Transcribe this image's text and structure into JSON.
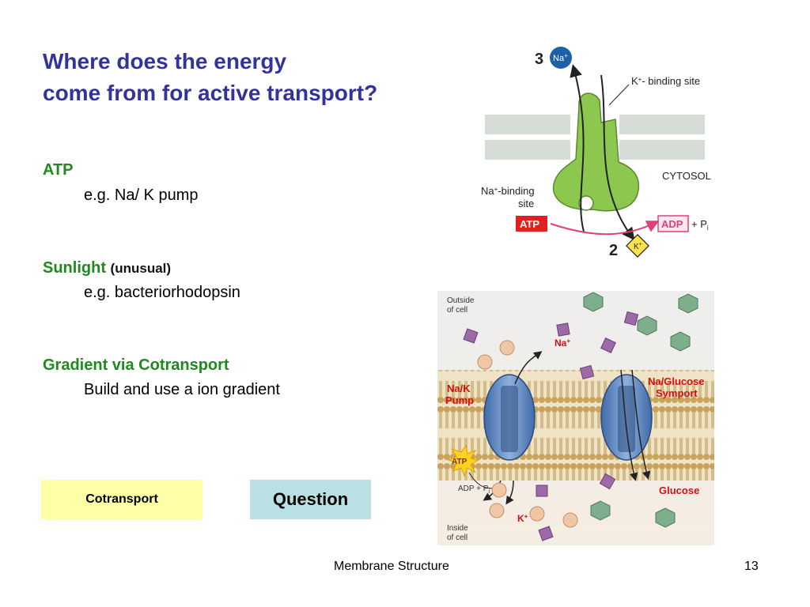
{
  "slide": {
    "title_line1": "Where does the energy",
    "title_line2": "come from for active transport?",
    "sections": [
      {
        "heading": "ATP",
        "example": "e.g. Na/ K pump"
      },
      {
        "heading": "Sunlight",
        "note": "(unusual)",
        "example": "e.g. bacteriorhodopsin"
      },
      {
        "heading": "Gradient via Cotransport",
        "example": "Build and use a ion gradient"
      }
    ]
  },
  "buttons": {
    "cotransport": "Cotransport",
    "question": "Question"
  },
  "footer": {
    "center": "Membrane Structure",
    "page_number": "13"
  },
  "figure_pump": {
    "step3": "3",
    "na": "Na",
    "na_sup": "+",
    "k_binding": "K",
    "k_binding_rest": "- binding site",
    "cytosol": "CYTOSOL",
    "na_binding_line1": "Na",
    "na_binding_line1_rest": "-binding",
    "na_binding_line2": "site",
    "atp": "ATP",
    "adp": "ADP",
    "adp_rest": "+ P",
    "adp_sub": "i",
    "step2": "2",
    "k": "K"
  },
  "figure_cell": {
    "outside_line1": "Outside",
    "outside_line2": "of cell",
    "inside_line1": "Inside",
    "inside_line2": "of cell",
    "na": "Na",
    "k": "K",
    "pump_line1": "Na/K",
    "pump_line2": "Pump",
    "symport_line1": "Na/Glucose",
    "symport_line2": "Symport",
    "atp": "ATP",
    "adp": "ADP + P",
    "adp_sub": "i",
    "glucose": "Glucose"
  },
  "colors": {
    "title": "#33339a",
    "heading": "#1e8a1e",
    "pump_protein": "#8cc850",
    "atp_red": "#e02020",
    "cotransport_bg": "#ffffa8",
    "question_bg": "#b9e1e4"
  }
}
